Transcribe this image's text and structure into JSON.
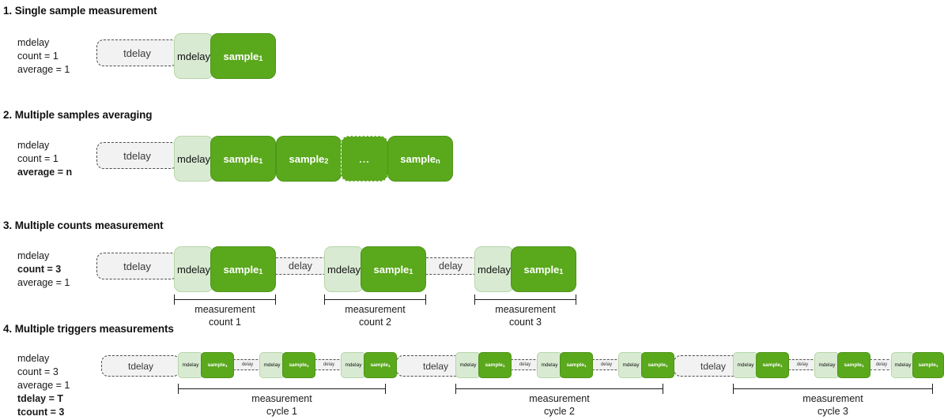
{
  "sections": [
    {
      "id": "single-sample",
      "title": "1. Single sample measurement",
      "params": [
        {
          "text": "mdelay",
          "bold": false
        },
        {
          "text": "count = 1",
          "bold": false
        },
        {
          "text": "average = 1",
          "bold": false
        }
      ],
      "blocks": [
        {
          "type": "tdelay",
          "label": "tdelay"
        },
        {
          "type": "mdelay",
          "label": "mdelay"
        },
        {
          "type": "sample",
          "label": "sample",
          "sub": "1"
        }
      ],
      "brackets": []
    },
    {
      "id": "multiple-samples-averaging",
      "title": "2. Multiple samples averaging",
      "params": [
        {
          "text": "mdelay",
          "bold": false
        },
        {
          "text": "count = 1",
          "bold": false
        },
        {
          "text": "average = n",
          "bold": true
        }
      ],
      "blocks": [
        {
          "type": "tdelay",
          "label": "tdelay"
        },
        {
          "type": "mdelay",
          "label": "mdelay"
        },
        {
          "type": "sample",
          "label": "sample",
          "sub": "1"
        },
        {
          "type": "sample",
          "label": "sample",
          "sub": "2"
        },
        {
          "type": "sample-ellipsis",
          "label": "..."
        },
        {
          "type": "sample",
          "label": "sample",
          "sub": "n"
        }
      ],
      "brackets": []
    },
    {
      "id": "multiple-counts-measurement",
      "title": "3. Multiple counts measurement",
      "params": [
        {
          "text": "mdelay",
          "bold": false
        },
        {
          "text": "count = 3",
          "bold": true
        },
        {
          "text": "average = 1",
          "bold": false
        }
      ],
      "blocks": [
        {
          "type": "tdelay",
          "label": "tdelay"
        },
        {
          "type": "mdelay",
          "label": "mdelay"
        },
        {
          "type": "sample",
          "label": "sample",
          "sub": "1"
        },
        {
          "type": "delay",
          "label": "delay"
        },
        {
          "type": "mdelay",
          "label": "mdelay"
        },
        {
          "type": "sample",
          "label": "sample",
          "sub": "1"
        },
        {
          "type": "delay",
          "label": "delay"
        },
        {
          "type": "mdelay",
          "label": "mdelay"
        },
        {
          "type": "sample",
          "label": "sample",
          "sub": "1"
        }
      ],
      "brackets": [
        {
          "line1": "measurement",
          "line2": "count 1"
        },
        {
          "line1": "measurement",
          "line2": "count 2"
        },
        {
          "line1": "measurement",
          "line2": "count 3"
        }
      ]
    },
    {
      "id": "multiple-triggers-measurements",
      "title": "4. Multiple triggers measurements",
      "params": [
        {
          "text": "mdelay",
          "bold": false
        },
        {
          "text": "count = 3",
          "bold": false
        },
        {
          "text": "average = 1",
          "bold": false
        },
        {
          "text": "tdelay = T",
          "bold": true
        },
        {
          "text": "tcount = 3",
          "bold": true
        }
      ],
      "blocks": [
        {
          "type": "tdelay",
          "label": "tdelay"
        },
        {
          "type": "mdelay",
          "label": "mdelay"
        },
        {
          "type": "sample",
          "label": "sample",
          "sub": "1"
        },
        {
          "type": "delay",
          "label": "delay"
        },
        {
          "type": "mdelay",
          "label": "mdelay"
        },
        {
          "type": "sample",
          "label": "sample",
          "sub": "1"
        },
        {
          "type": "delay",
          "label": "delay"
        },
        {
          "type": "mdelay",
          "label": "mdelay"
        },
        {
          "type": "sample",
          "label": "sample",
          "sub": "1"
        },
        {
          "type": "tdelay",
          "label": "tdelay"
        },
        {
          "type": "mdelay",
          "label": "mdelay"
        },
        {
          "type": "sample",
          "label": "sample",
          "sub": "1"
        },
        {
          "type": "delay",
          "label": "delay"
        },
        {
          "type": "mdelay",
          "label": "mdelay"
        },
        {
          "type": "sample",
          "label": "sample",
          "sub": "1"
        },
        {
          "type": "delay",
          "label": "delay"
        },
        {
          "type": "mdelay",
          "label": "mdelay"
        },
        {
          "type": "sample",
          "label": "sample",
          "sub": "1"
        },
        {
          "type": "tdelay",
          "label": "tdelay"
        },
        {
          "type": "mdelay",
          "label": "mdelay"
        },
        {
          "type": "sample",
          "label": "sample",
          "sub": "1"
        },
        {
          "type": "delay",
          "label": "delay"
        },
        {
          "type": "mdelay",
          "label": "mdelay"
        },
        {
          "type": "sample",
          "label": "sample",
          "sub": "1"
        },
        {
          "type": "delay",
          "label": "delay"
        },
        {
          "type": "mdelay",
          "label": "mdelay"
        },
        {
          "type": "sample",
          "label": "sample",
          "sub": "1"
        }
      ],
      "brackets": [
        {
          "line1": "measurement",
          "line2": "cycle 1"
        },
        {
          "line1": "measurement",
          "line2": "cycle 2"
        },
        {
          "line1": "measurement",
          "line2": "cycle 3"
        }
      ]
    }
  ],
  "colors": {
    "sample_fill": "#5aa81c",
    "mdelay_fill": "#d9ead3",
    "delay_fill": "#f2f2f2",
    "text": "#1a1a1a"
  },
  "s1": {
    "title": "1. Single sample measurement",
    "p0": "mdelay",
    "p1": "count = 1",
    "p2": "average = 1",
    "tdelay": "tdelay",
    "mdelay": "mdelay",
    "sample": "sample",
    "sub1": "1"
  },
  "s2": {
    "title": "2. Multiple samples averaging",
    "p0": "mdelay",
    "p1": "count = 1",
    "p2": "average = n",
    "tdelay": "tdelay",
    "mdelay": "mdelay",
    "sample": "sample",
    "sub1": "1",
    "sub2": "2",
    "subn": "n",
    "ellipsis": "..."
  },
  "s3": {
    "title": "3. Multiple counts measurement",
    "p0": "mdelay",
    "p1": "count = 3",
    "p2": "average = 1",
    "tdelay": "tdelay",
    "mdelay": "mdelay",
    "delay": "delay",
    "sample": "sample",
    "sub1": "1",
    "b1a": "measurement",
    "b1b": "count 1",
    "b2a": "measurement",
    "b2b": "count 2",
    "b3a": "measurement",
    "b3b": "count 3"
  },
  "s4": {
    "title": "4. Multiple triggers measurements",
    "p0": "mdelay",
    "p1": "count = 3",
    "p2": "average = 1",
    "p3": "tdelay = T",
    "p4": "tcount = 3",
    "tdelay": "tdelay",
    "mdelay": "mdelay",
    "delay": "delay",
    "sample": "sample",
    "sub1": "1",
    "b1a": "measurement",
    "b1b": "cycle 1",
    "b2a": "measurement",
    "b2b": "cycle 2",
    "b3a": "measurement",
    "b3b": "cycle 3"
  }
}
